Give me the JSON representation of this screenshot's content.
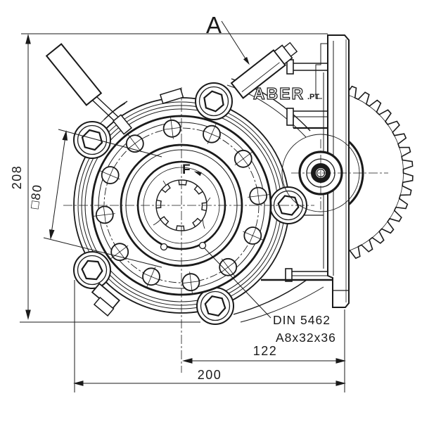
{
  "colors": {
    "line": "#1a1a1a",
    "background": "#ffffff"
  },
  "labels": {
    "height_dim": "208",
    "square_flange_dim": "□80",
    "offset_dim": "122",
    "width_dim": "200",
    "spline_standard": "DIN 5462",
    "spline_designation": "A8x32x36",
    "detail_view": "A",
    "rotation_direction": "F"
  },
  "brand": {
    "name": "ABER",
    "suffix": ".PT"
  }
}
